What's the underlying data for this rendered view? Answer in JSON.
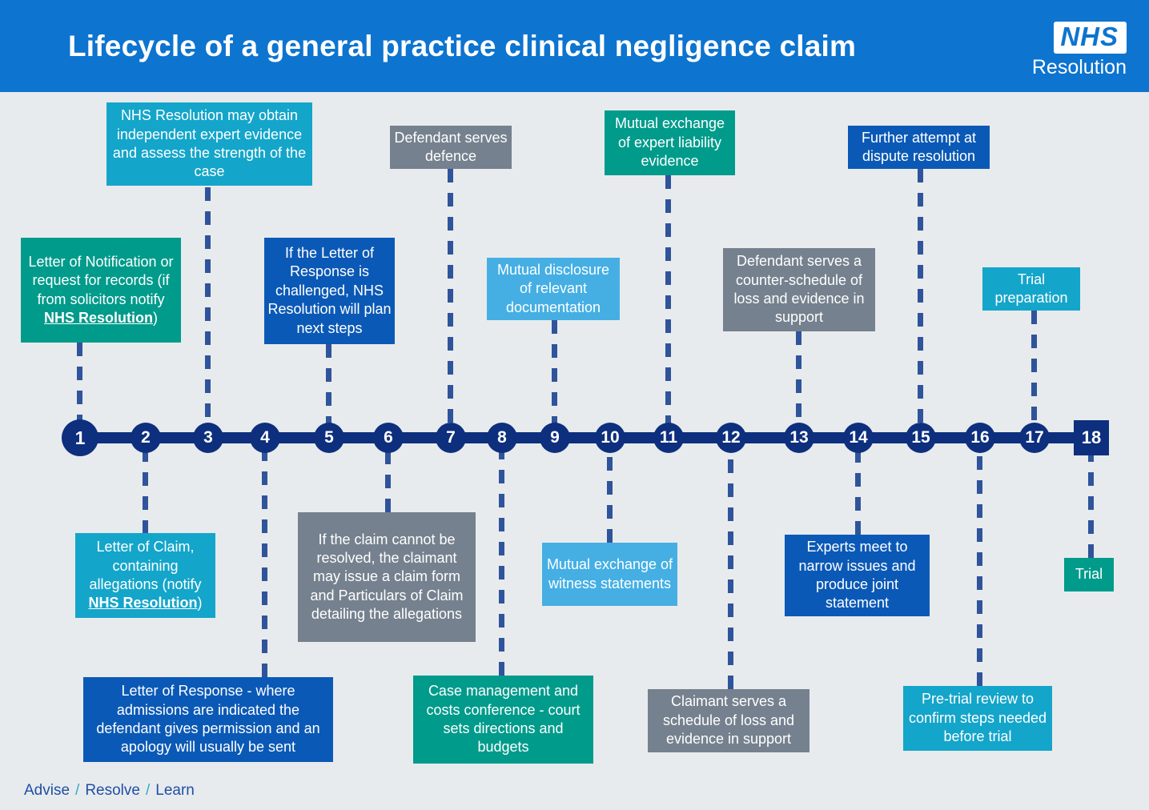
{
  "header": {
    "title": "Lifecycle of a general practice clinical negligence claim",
    "logo_nhs": "NHS",
    "logo_sub": "Resolution"
  },
  "colors": {
    "header_blue": "#0D74CF",
    "background": "#E8EBED",
    "timeline_navy": "#0D2F7E",
    "connector_blue": "#2F549B",
    "box_dark_blue": "#0B59B6",
    "box_cyan": "#14A5CA",
    "box_light_blue": "#45AFE4",
    "box_teal_green": "#009B8B",
    "box_gray": "#75818E"
  },
  "timeline": {
    "steps": [
      {
        "num": "1"
      },
      {
        "num": "2"
      },
      {
        "num": "3"
      },
      {
        "num": "4"
      },
      {
        "num": "5"
      },
      {
        "num": "6"
      },
      {
        "num": "7"
      },
      {
        "num": "8"
      },
      {
        "num": "9"
      },
      {
        "num": "10"
      },
      {
        "num": "11"
      },
      {
        "num": "12"
      },
      {
        "num": "13"
      },
      {
        "num": "14"
      },
      {
        "num": "15"
      },
      {
        "num": "16"
      },
      {
        "num": "17"
      },
      {
        "num": "18"
      }
    ]
  },
  "boxes": {
    "letter_notification": {
      "step": 1,
      "position": "above",
      "color": "teal_green",
      "pre": "Letter of Notification or request for records (if from solicitors notify ",
      "em": "NHS Resolution",
      "post": ")"
    },
    "letter_of_claim": {
      "step": 2,
      "position": "below",
      "color": "cyan",
      "pre": "Letter of Claim, containing allegations (notify ",
      "em": "NHS Resolution",
      "post": ")"
    },
    "nhs_expert": {
      "step": 3,
      "position": "above",
      "color": "cyan",
      "text": "NHS Resolution may obtain independent expert evidence and assess the strength of the case"
    },
    "letter_of_response": {
      "step": 4,
      "position": "below",
      "color": "dark_blue",
      "text": "Letter of Response - where admissions are indicated the defendant gives permission and an apology will usually be sent"
    },
    "letter_response_challenged": {
      "step": 5,
      "position": "above",
      "color": "dark_blue",
      "text": "If the Letter of Response is challenged, NHS Resolution will plan next steps"
    },
    "claim_form": {
      "step": 6,
      "position": "below",
      "color": "gray",
      "text": "If the claim cannot be resolved, the claimant may issue a claim form and Particulars of Claim detailing the allegations"
    },
    "defendant_defence": {
      "step": 7,
      "position": "above",
      "color": "gray",
      "text": "Defendant serves defence"
    },
    "case_management": {
      "step": 8,
      "position": "below",
      "color": "teal_green",
      "text": "Case management and costs conference - court sets directions and budgets"
    },
    "mutual_disclosure": {
      "step": 9,
      "position": "above",
      "color": "light_blue",
      "text": "Mutual disclosure of relevant documentation"
    },
    "witness_statements": {
      "step": 10,
      "position": "below",
      "color": "light_blue",
      "text": "Mutual exchange of witness statements"
    },
    "expert_liability": {
      "step": 11,
      "position": "above",
      "color": "teal_green",
      "text": "Mutual exchange of expert liability evidence"
    },
    "claimant_schedule": {
      "step": 12,
      "position": "below",
      "color": "gray",
      "text": "Claimant serves a schedule of loss and evidence in support"
    },
    "counter_schedule": {
      "step": 13,
      "position": "above",
      "color": "gray",
      "text": "Defendant serves a counter-schedule of loss and evidence in support"
    },
    "experts_meet": {
      "step": 14,
      "position": "below",
      "color": "dark_blue",
      "text": "Experts meet to narrow issues and produce joint statement"
    },
    "dispute_resolution": {
      "step": 15,
      "position": "above",
      "color": "dark_blue",
      "text": "Further attempt at dispute resolution"
    },
    "pre_trial_review": {
      "step": 16,
      "position": "below",
      "color": "cyan",
      "text": "Pre-trial review to confirm steps needed before trial"
    },
    "trial_preparation": {
      "step": 17,
      "position": "above",
      "color": "cyan",
      "text": "Trial preparation"
    },
    "trial": {
      "step": 18,
      "position": "below",
      "color": "teal_green",
      "text": "Trial"
    }
  },
  "footer": {
    "advise": "Advise",
    "resolve": "Resolve",
    "learn": "Learn",
    "separator": "/"
  }
}
